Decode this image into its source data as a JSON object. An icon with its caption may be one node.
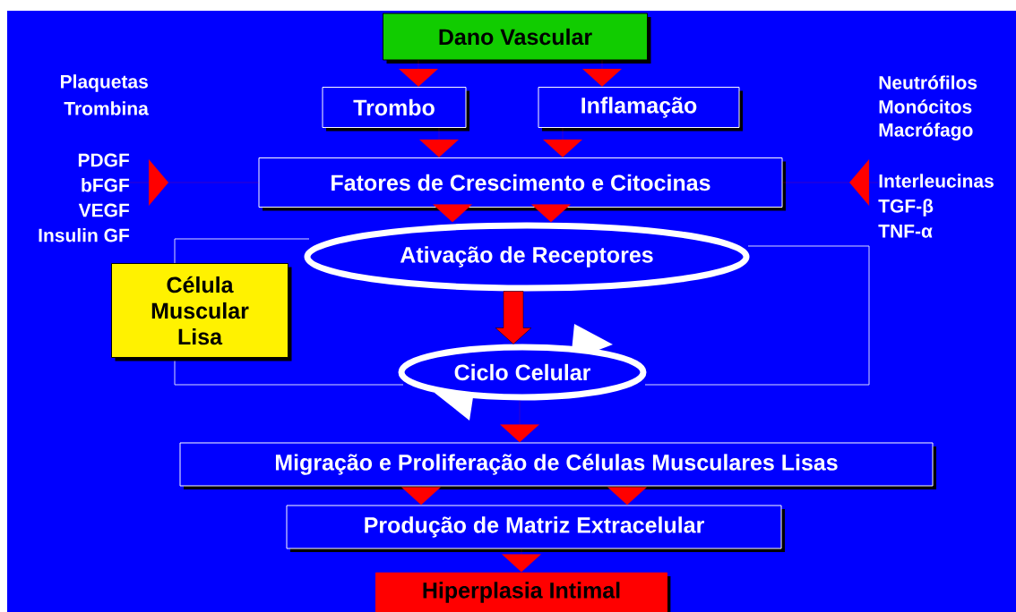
{
  "diagram": {
    "nodes": [
      {
        "text": [
          "Dano Vascular"
        ]
      },
      {
        "text": [
          "Trombo"
        ]
      },
      {
        "text": [
          "Inflamação"
        ]
      },
      {
        "text": [
          "Fatores de Crescimento e Citocinas"
        ]
      },
      {
        "text": [
          "Ativação de Receptores"
        ]
      },
      {
        "text": [
          "Ciclo Celular"
        ]
      },
      {
        "text": [
          "Célula Muscular Lisa"
        ]
      },
      {
        "text": [
          "Migração e Proliferação de Células Musculares Lisas"
        ]
      },
      {
        "text": [
          "Produção de Matriz Extracelular"
        ]
      },
      {
        "text": [
          "Hiperplasia Intimal"
        ]
      },
      {
        "text": [
          "PDGF",
          "bFGF",
          "VEGF",
          "Insulin GF"
        ]
      },
      {
        "text": [
          "Interleucinas",
          "TGF-β",
          "TNF-α"
        ]
      }
    ],
    "edges": [
      {
        "from": 0,
        "to": 1,
        "arrow": "to"
      },
      {
        "from": 0,
        "to": 2,
        "arrow": "to"
      },
      {
        "from": 1,
        "to": 3,
        "arrow": "to"
      },
      {
        "from": 2,
        "to": 3,
        "arrow": "to"
      },
      {
        "from": 3,
        "to": 4,
        "arrow": "to"
      },
      {
        "from": 3,
        "to": 4,
        "arrow": "to"
      },
      {
        "from": 4,
        "to": 5,
        "arrow": "to",
        "style": "thick"
      },
      {
        "from": 5,
        "to": 7,
        "arrow": "to"
      },
      {
        "from": 7,
        "to": 8,
        "arrow": "to"
      },
      {
        "from": 7,
        "to": 8,
        "arrow": "to"
      },
      {
        "from": 8,
        "to": 9,
        "arrow": "to"
      },
      {
        "from": 10,
        "to": 3,
        "arrow": "to"
      },
      {
        "from": 11,
        "to": 3,
        "arrow": "to"
      }
    ],
    "labels": [
      "Plaquetas",
      "Trombina",
      "Neutrófilos",
      "Monócitos",
      "Macrófago"
    ]
  }
}
